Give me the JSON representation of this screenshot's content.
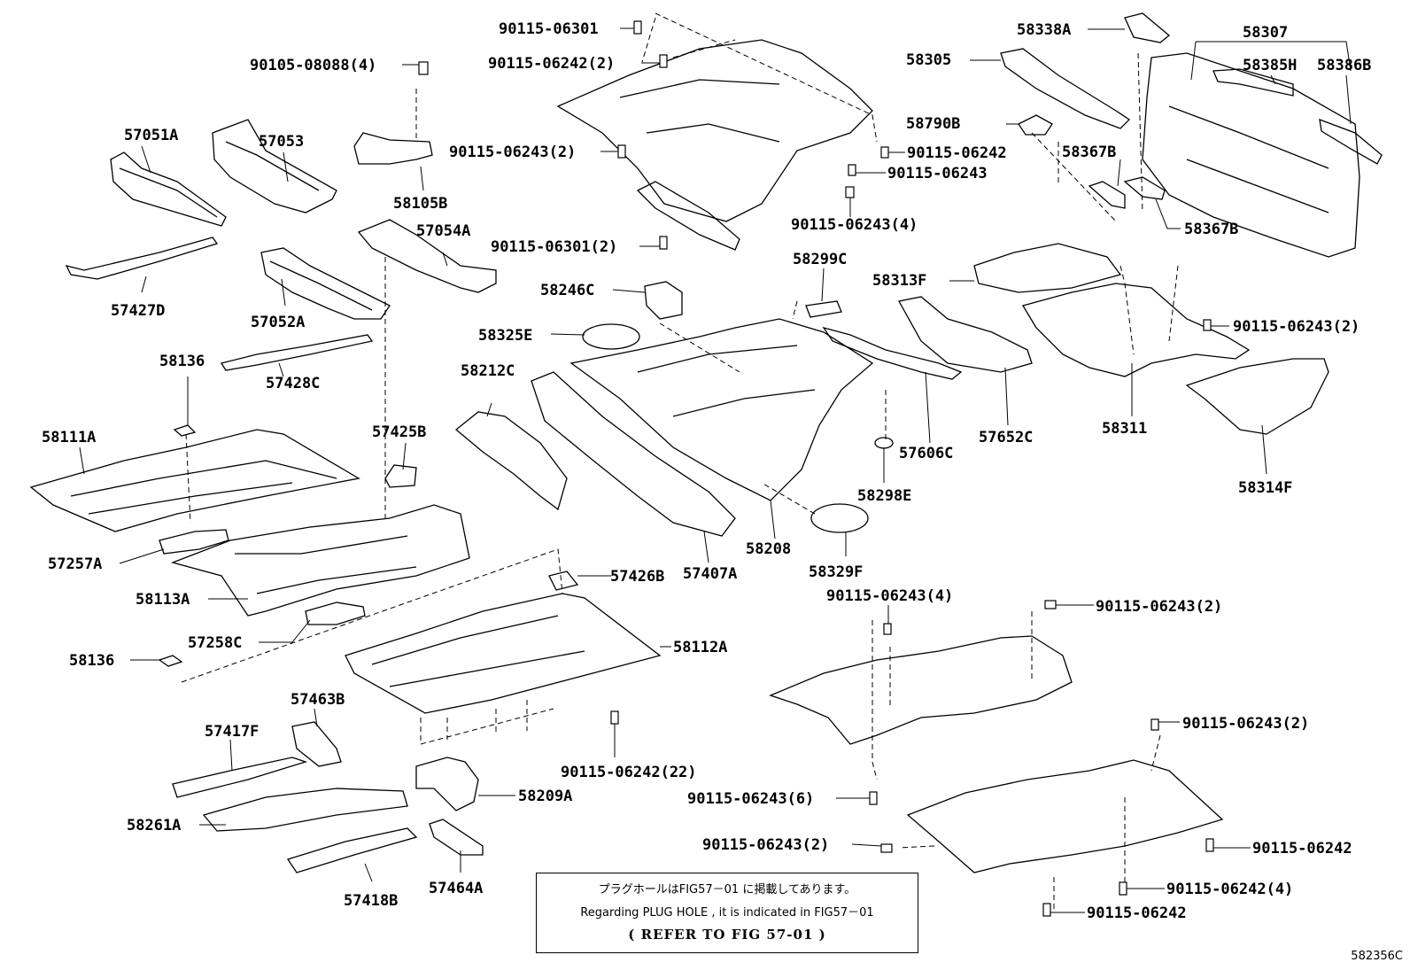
{
  "diagram": {
    "figure_id": "582356C",
    "note": {
      "line1": "プラグホールはFIG57－01 に掲載してあります。",
      "line2": "Regarding  PLUG HOLE , it is indicated in FIG57－01",
      "line3": "(  REFER TO FIG 57-01 )"
    },
    "labels": [
      "90115-06301",
      "90115-06242(2)",
      "90105-08088(4)",
      "57051A",
      "57053",
      "58105B",
      "90115-06243(2)",
      "57054A",
      "90115-06301(2)",
      "57427D",
      "57052A",
      "57428C",
      "58136",
      "58111A",
      "57425B",
      "58212C",
      "58246C",
      "58325E",
      "58299C",
      "58313F",
      "58338A",
      "58307",
      "58305",
      "58385H",
      "58386B",
      "58790B",
      "90115-06242",
      "90115-06243",
      "90115-06243(4)",
      "58367B",
      "58367B",
      "90115-06243(2)",
      "58311",
      "57652C",
      "57606C",
      "58314F",
      "58298E",
      "58208",
      "58329F",
      "57407A",
      "57257A",
      "58113A",
      "57426B",
      "58112A",
      "58136",
      "57258C",
      "90115-06243(4)",
      "90115-06243(2)",
      "57463B",
      "57417F",
      "90115-06242(22)",
      "58209A",
      "58261A",
      "90115-06243(6)",
      "90115-06243(2)",
      "90115-06243(2)",
      "90115-06242",
      "90115-06242(4)",
      "90115-06242",
      "57418B",
      "57464A"
    ]
  }
}
